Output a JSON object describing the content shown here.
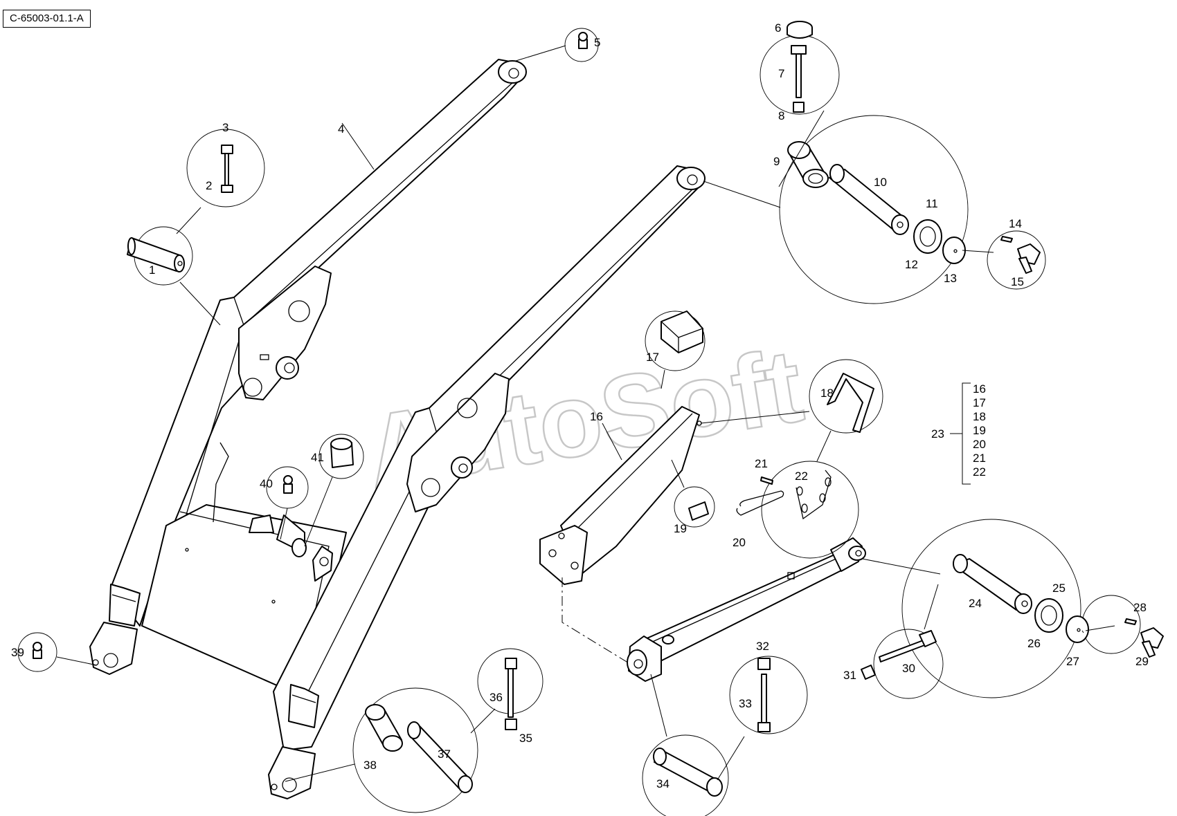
{
  "document": {
    "code": "C-65003-01.1-A"
  },
  "watermark": "AutoSoft",
  "group": {
    "label": "23",
    "members": [
      "16",
      "17",
      "18",
      "19",
      "20",
      "21",
      "22"
    ]
  },
  "callouts": {
    "1": "1",
    "2": "2",
    "3": "3",
    "4": "4",
    "5": "5",
    "6": "6",
    "7": "7",
    "8": "8",
    "9": "9",
    "10": "10",
    "11": "11",
    "12": "12",
    "13": "13",
    "14": "14",
    "15": "15",
    "16": "16",
    "17": "17",
    "18": "18",
    "19": "19",
    "20": "20",
    "21": "21",
    "22": "22",
    "24": "24",
    "25": "25",
    "26": "26",
    "27": "27",
    "28": "28",
    "29": "29",
    "30": "30",
    "31": "31",
    "32": "32",
    "33": "33",
    "34": "34",
    "35": "35",
    "36": "36",
    "37": "37",
    "38": "38",
    "39": "39",
    "40": "40",
    "41": "41"
  }
}
